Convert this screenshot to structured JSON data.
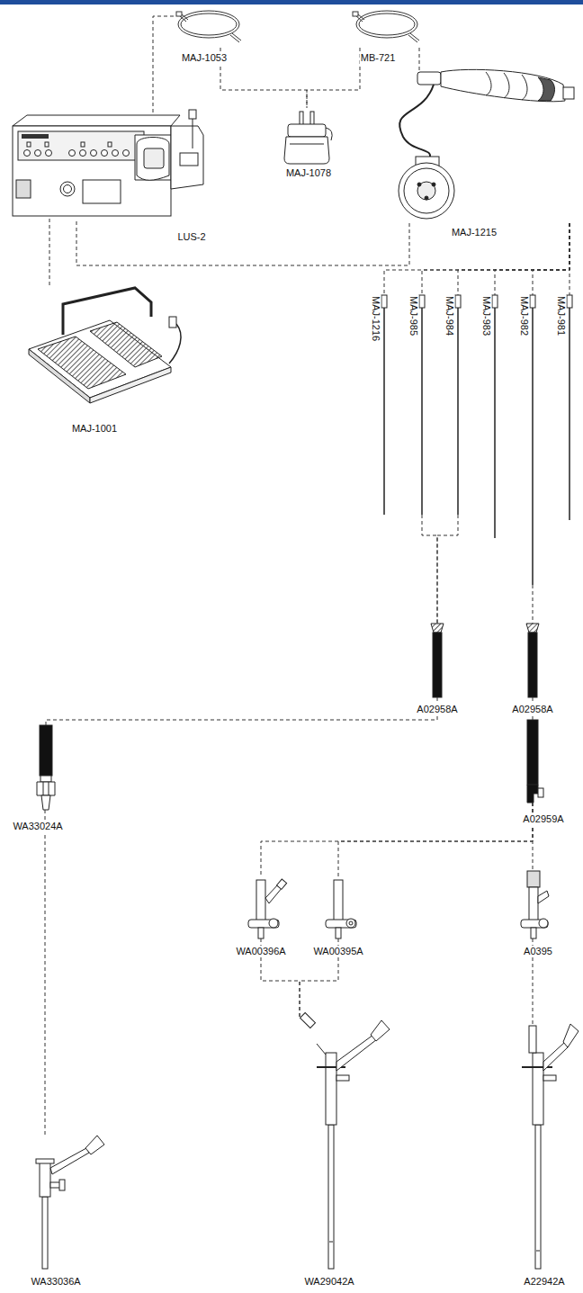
{
  "diagram": {
    "nodes": [
      {
        "text": [
          "MAJ-1053"
        ]
      },
      {
        "text": [
          "MB-721"
        ]
      },
      {
        "text": [
          "LUS-2"
        ]
      },
      {
        "text": [
          "MAJ-1078"
        ]
      },
      {
        "text": [
          "MAJ-1215"
        ]
      },
      {
        "text": [
          "MAJ-1001"
        ]
      },
      {
        "text": [
          "MAJ-1216"
        ]
      },
      {
        "text": [
          "MAJ-985"
        ]
      },
      {
        "text": [
          "MAJ-984"
        ]
      },
      {
        "text": [
          "MAJ-983"
        ]
      },
      {
        "text": [
          "MAJ-982"
        ]
      },
      {
        "text": [
          "MAJ-981"
        ]
      },
      {
        "text": [
          "A02958A"
        ]
      },
      {
        "text": [
          "A02958A"
        ]
      },
      {
        "text": [
          "WA33024A"
        ]
      },
      {
        "text": [
          "A02959A"
        ]
      },
      {
        "text": [
          "WA00396A"
        ]
      },
      {
        "text": [
          "WA00395A"
        ]
      },
      {
        "text": [
          "A0395"
        ]
      },
      {
        "text": [
          "WA33036A"
        ]
      },
      {
        "text": [
          "WA29042A"
        ]
      },
      {
        "text": [
          "A22942A"
        ]
      }
    ],
    "edges": [
      {
        "from": 2,
        "to": 0,
        "arrow": "none"
      },
      {
        "from": 0,
        "to": 3,
        "arrow": "none"
      },
      {
        "from": 1,
        "to": 3,
        "arrow": "none"
      },
      {
        "from": 1,
        "to": 4,
        "arrow": "none"
      },
      {
        "from": 4,
        "to": 2,
        "arrow": "none"
      },
      {
        "from": 2,
        "to": 5,
        "arrow": "none"
      },
      {
        "from": 4,
        "to": 6,
        "arrow": "none"
      },
      {
        "from": 4,
        "to": 7,
        "arrow": "none"
      },
      {
        "from": 4,
        "to": 8,
        "arrow": "none"
      },
      {
        "from": 4,
        "to": 9,
        "arrow": "none"
      },
      {
        "from": 4,
        "to": 10,
        "arrow": "none"
      },
      {
        "from": 4,
        "to": 11,
        "arrow": "none"
      },
      {
        "from": 7,
        "to": 12,
        "arrow": "none"
      },
      {
        "from": 8,
        "to": 12,
        "arrow": "none"
      },
      {
        "from": 10,
        "to": 13,
        "arrow": "none"
      },
      {
        "from": 12,
        "to": 14,
        "arrow": "none"
      },
      {
        "from": 13,
        "to": 15,
        "arrow": "none"
      },
      {
        "from": 15,
        "to": 16,
        "arrow": "none"
      },
      {
        "from": 15,
        "to": 17,
        "arrow": "none"
      },
      {
        "from": 15,
        "to": 18,
        "arrow": "none"
      },
      {
        "from": 16,
        "to": 20,
        "arrow": "none"
      },
      {
        "from": 17,
        "to": 20,
        "arrow": "none"
      },
      {
        "from": 18,
        "to": 21,
        "arrow": "none"
      },
      {
        "from": 14,
        "to": 19,
        "arrow": "none"
      }
    ]
  }
}
